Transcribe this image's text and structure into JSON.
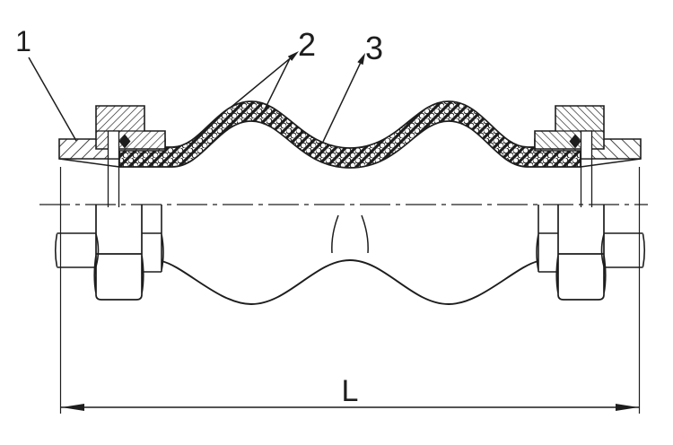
{
  "drawing": {
    "callouts": {
      "c1": {
        "label": "1"
      },
      "c2": {
        "label": "2"
      },
      "c3": {
        "label": "3"
      }
    },
    "dimension_label": "L",
    "colors": {
      "line": "#1d1d1d",
      "background": "#ffffff"
    }
  }
}
